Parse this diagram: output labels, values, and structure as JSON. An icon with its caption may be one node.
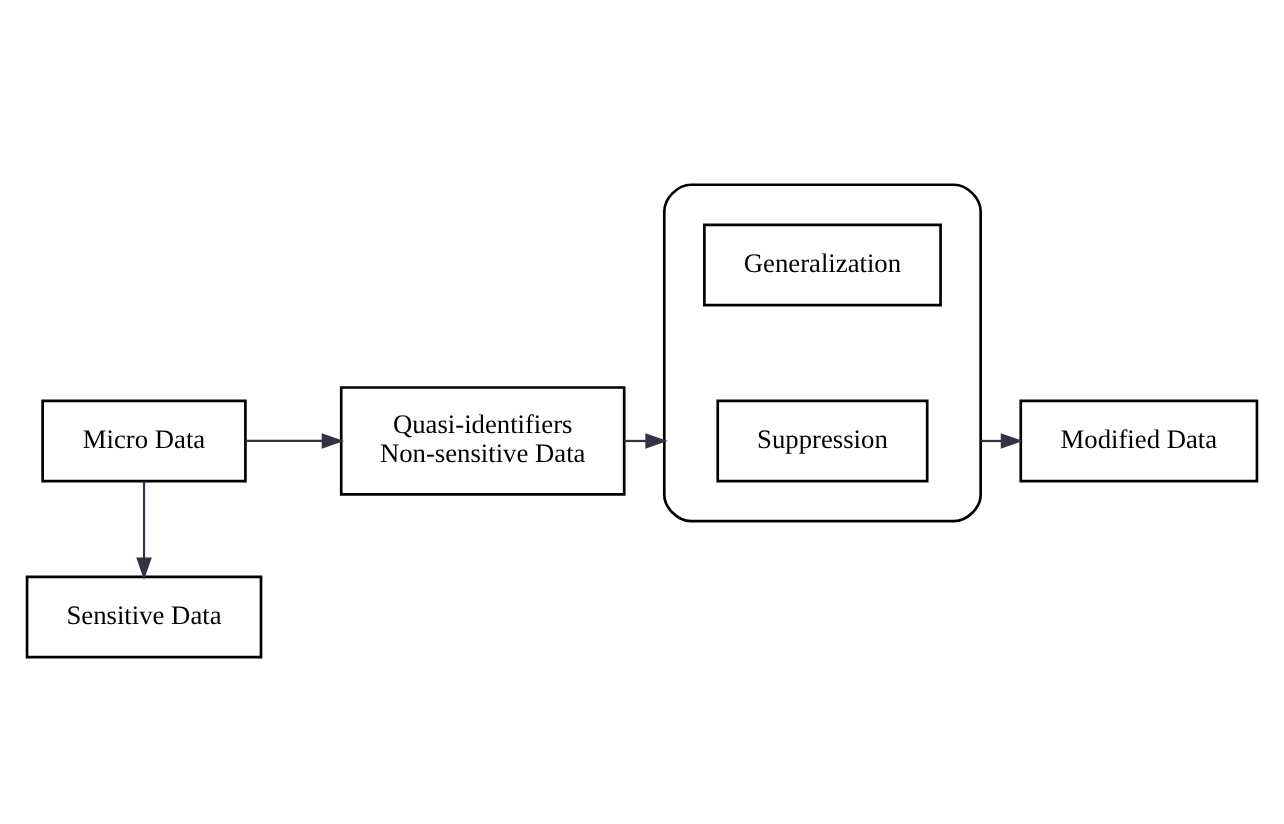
{
  "diagram": {
    "nodes": [
      {
        "text": [
          "Micro Data"
        ]
      },
      {
        "text": [
          "Quasi-identifiers Non-sensitive Data"
        ]
      },
      {
        "text": [],
        "shape": "box"
      },
      {
        "text": [
          "Generalization"
        ],
        "in": 2
      },
      {
        "text": [
          "Suppression"
        ],
        "in": 2
      },
      {
        "text": [
          "Sensitive Data"
        ]
      },
      {
        "text": [
          "Modified Data"
        ]
      }
    ],
    "edges": [
      {
        "from": 0,
        "to": 1,
        "arrow": "to"
      },
      {
        "from": 0,
        "to": 5,
        "arrow": "to"
      },
      {
        "from": 1,
        "to": 2,
        "arrow": "to"
      },
      {
        "from": 2,
        "to": 6,
        "arrow": "to"
      }
    ]
  }
}
